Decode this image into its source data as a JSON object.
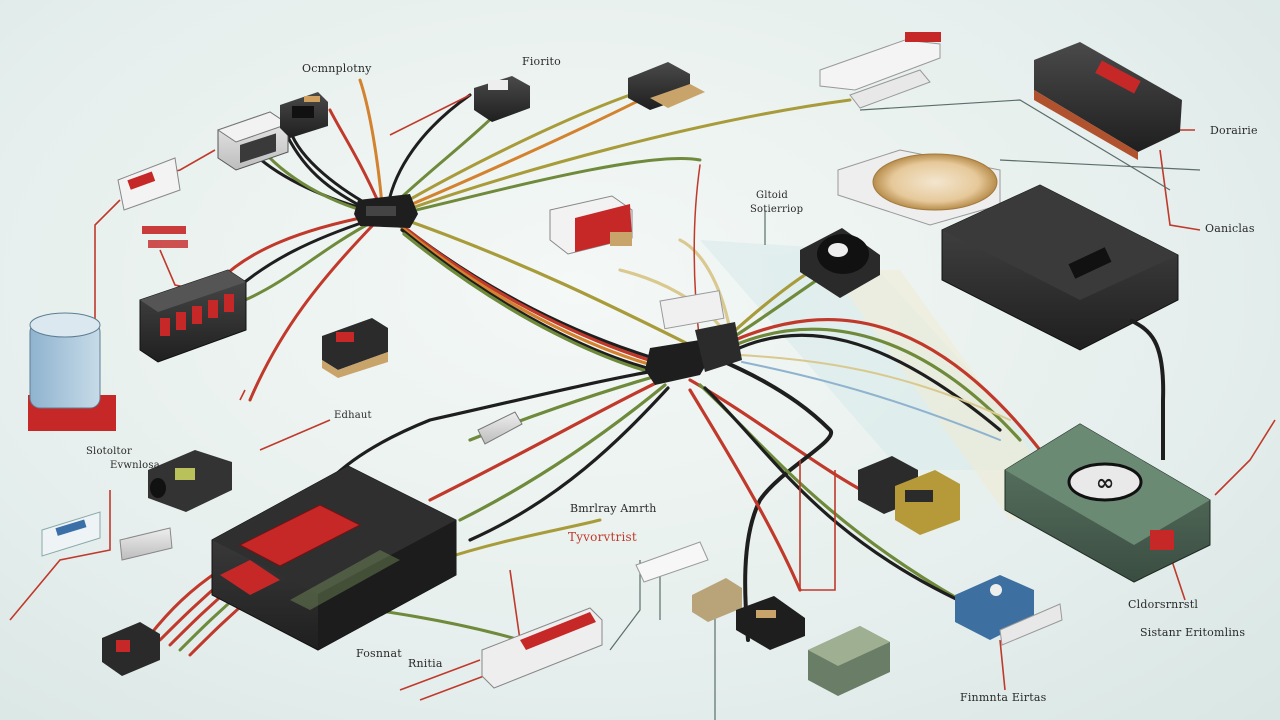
{
  "labels": {
    "top_center_left": "Ocmnplotny",
    "top_center": "Fiorito",
    "right_top": "Dorairie",
    "right_mid": "Oaniclas",
    "center_label_1": "Gltoid",
    "center_label_2": "Sotierriop",
    "left_small_1": "Edhaut",
    "left_mid_1": "Slotoltor",
    "left_mid_2": "Evwnlosa",
    "bottom_center_1": "Bmrlray Amrth",
    "bottom_center_2": "Tyvorvtrist",
    "bottom_left_1": "Fosnnat",
    "bottom_left_2": "Rnitia",
    "bottom_right_1": "Cldorsrnrstl",
    "bottom_right_2": "Sistanr Eritomlins",
    "bottom_right_3": "Finmnta Eirtas"
  },
  "colors": {
    "background": "#e6efed",
    "wire_red": "#c0392b",
    "wire_black": "#1e1e1e",
    "wire_green": "#6e8a3a",
    "wire_olive": "#a89b3a",
    "wire_orange": "#d3822e",
    "wire_tan": "#d9c98f",
    "module_dark": "#2b2b2b",
    "module_red_panel": "#c62828"
  }
}
